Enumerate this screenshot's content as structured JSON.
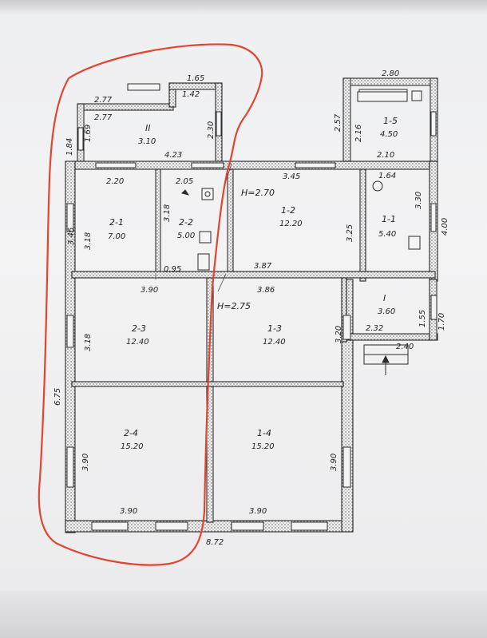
{
  "plan": {
    "rooms": [
      {
        "id": "II",
        "label": "II",
        "area": "3.10"
      },
      {
        "id": "1-5",
        "label": "1-5",
        "area": "4.50"
      },
      {
        "id": "2-1",
        "label": "2-1",
        "area": "7.00"
      },
      {
        "id": "2-2",
        "label": "2-2",
        "area": "5.00"
      },
      {
        "id": "1-2",
        "label": "1-2",
        "area": "12.20"
      },
      {
        "id": "1-1",
        "label": "1-1",
        "area": "5.40"
      },
      {
        "id": "2-3",
        "label": "2-3",
        "area": "12.40"
      },
      {
        "id": "1-3",
        "label": "1-3",
        "area": "12.40"
      },
      {
        "id": "I",
        "label": "I",
        "area": "3.60"
      },
      {
        "id": "2-4",
        "label": "2-4",
        "area": "15.20"
      },
      {
        "id": "1-4",
        "label": "1-4",
        "area": "15.20"
      }
    ],
    "heights": {
      "h1": "H=2.70",
      "h2": "H=2.75"
    },
    "dims": {
      "d_165": "1.65",
      "d_277a": "2.77",
      "d_142": "1.42",
      "d_277b": "2.77",
      "d_184": "1.84",
      "d_169": "1.69",
      "d_230": "2.30",
      "d_423": "4.23",
      "d_280": "2.80",
      "d_257": "2.57",
      "d_216": "2.16",
      "d_210": "2.10",
      "d_164": "1.64",
      "d_220": "2.20",
      "d_205": "2.05",
      "d_345": "3.45",
      "d_346": "3.46",
      "d_318a": "3.18",
      "d_318b": "3.18",
      "d_325": "3.25",
      "d_330": "3.30",
      "d_400": "4.00",
      "d_095": "0.95",
      "d_387": "3.87",
      "d_390a": "3.90",
      "d_386": "3.86",
      "d_675": "6.75",
      "d_318c": "3.18",
      "d_320": "3.20",
      "d_232": "2.32",
      "d_155": "1.55",
      "d_170": "1.70",
      "d_240": "2.40",
      "d_390b": "3.90",
      "d_390c": "3.90",
      "d_390d": "3.90",
      "d_390e": "3.90",
      "d_872": "8.72"
    },
    "colors": {
      "wall": "#2b2b2b",
      "ink": "#222222",
      "highlight": "#e2452f"
    }
  }
}
